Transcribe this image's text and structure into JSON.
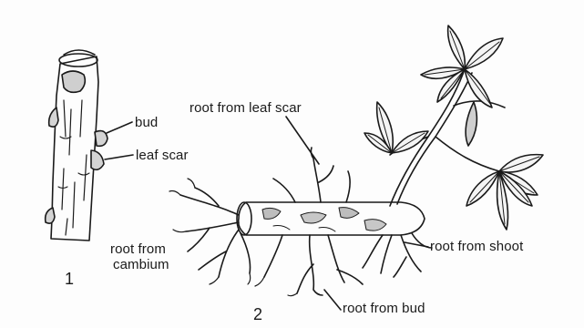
{
  "figure": {
    "number_1": "1",
    "number_2": "2"
  },
  "labels": {
    "bud": "bud",
    "leaf_scar": "leaf scar",
    "root_from_leaf_scar": "root from leaf scar",
    "root_from_cambium_line1": "root from",
    "root_from_cambium_line2": "cambium",
    "root_from_shoot": "root from shoot",
    "root_from_bud": "root from bud"
  },
  "colors": {
    "ink": "#1a1a1a",
    "paper": "#fdfdfd"
  }
}
